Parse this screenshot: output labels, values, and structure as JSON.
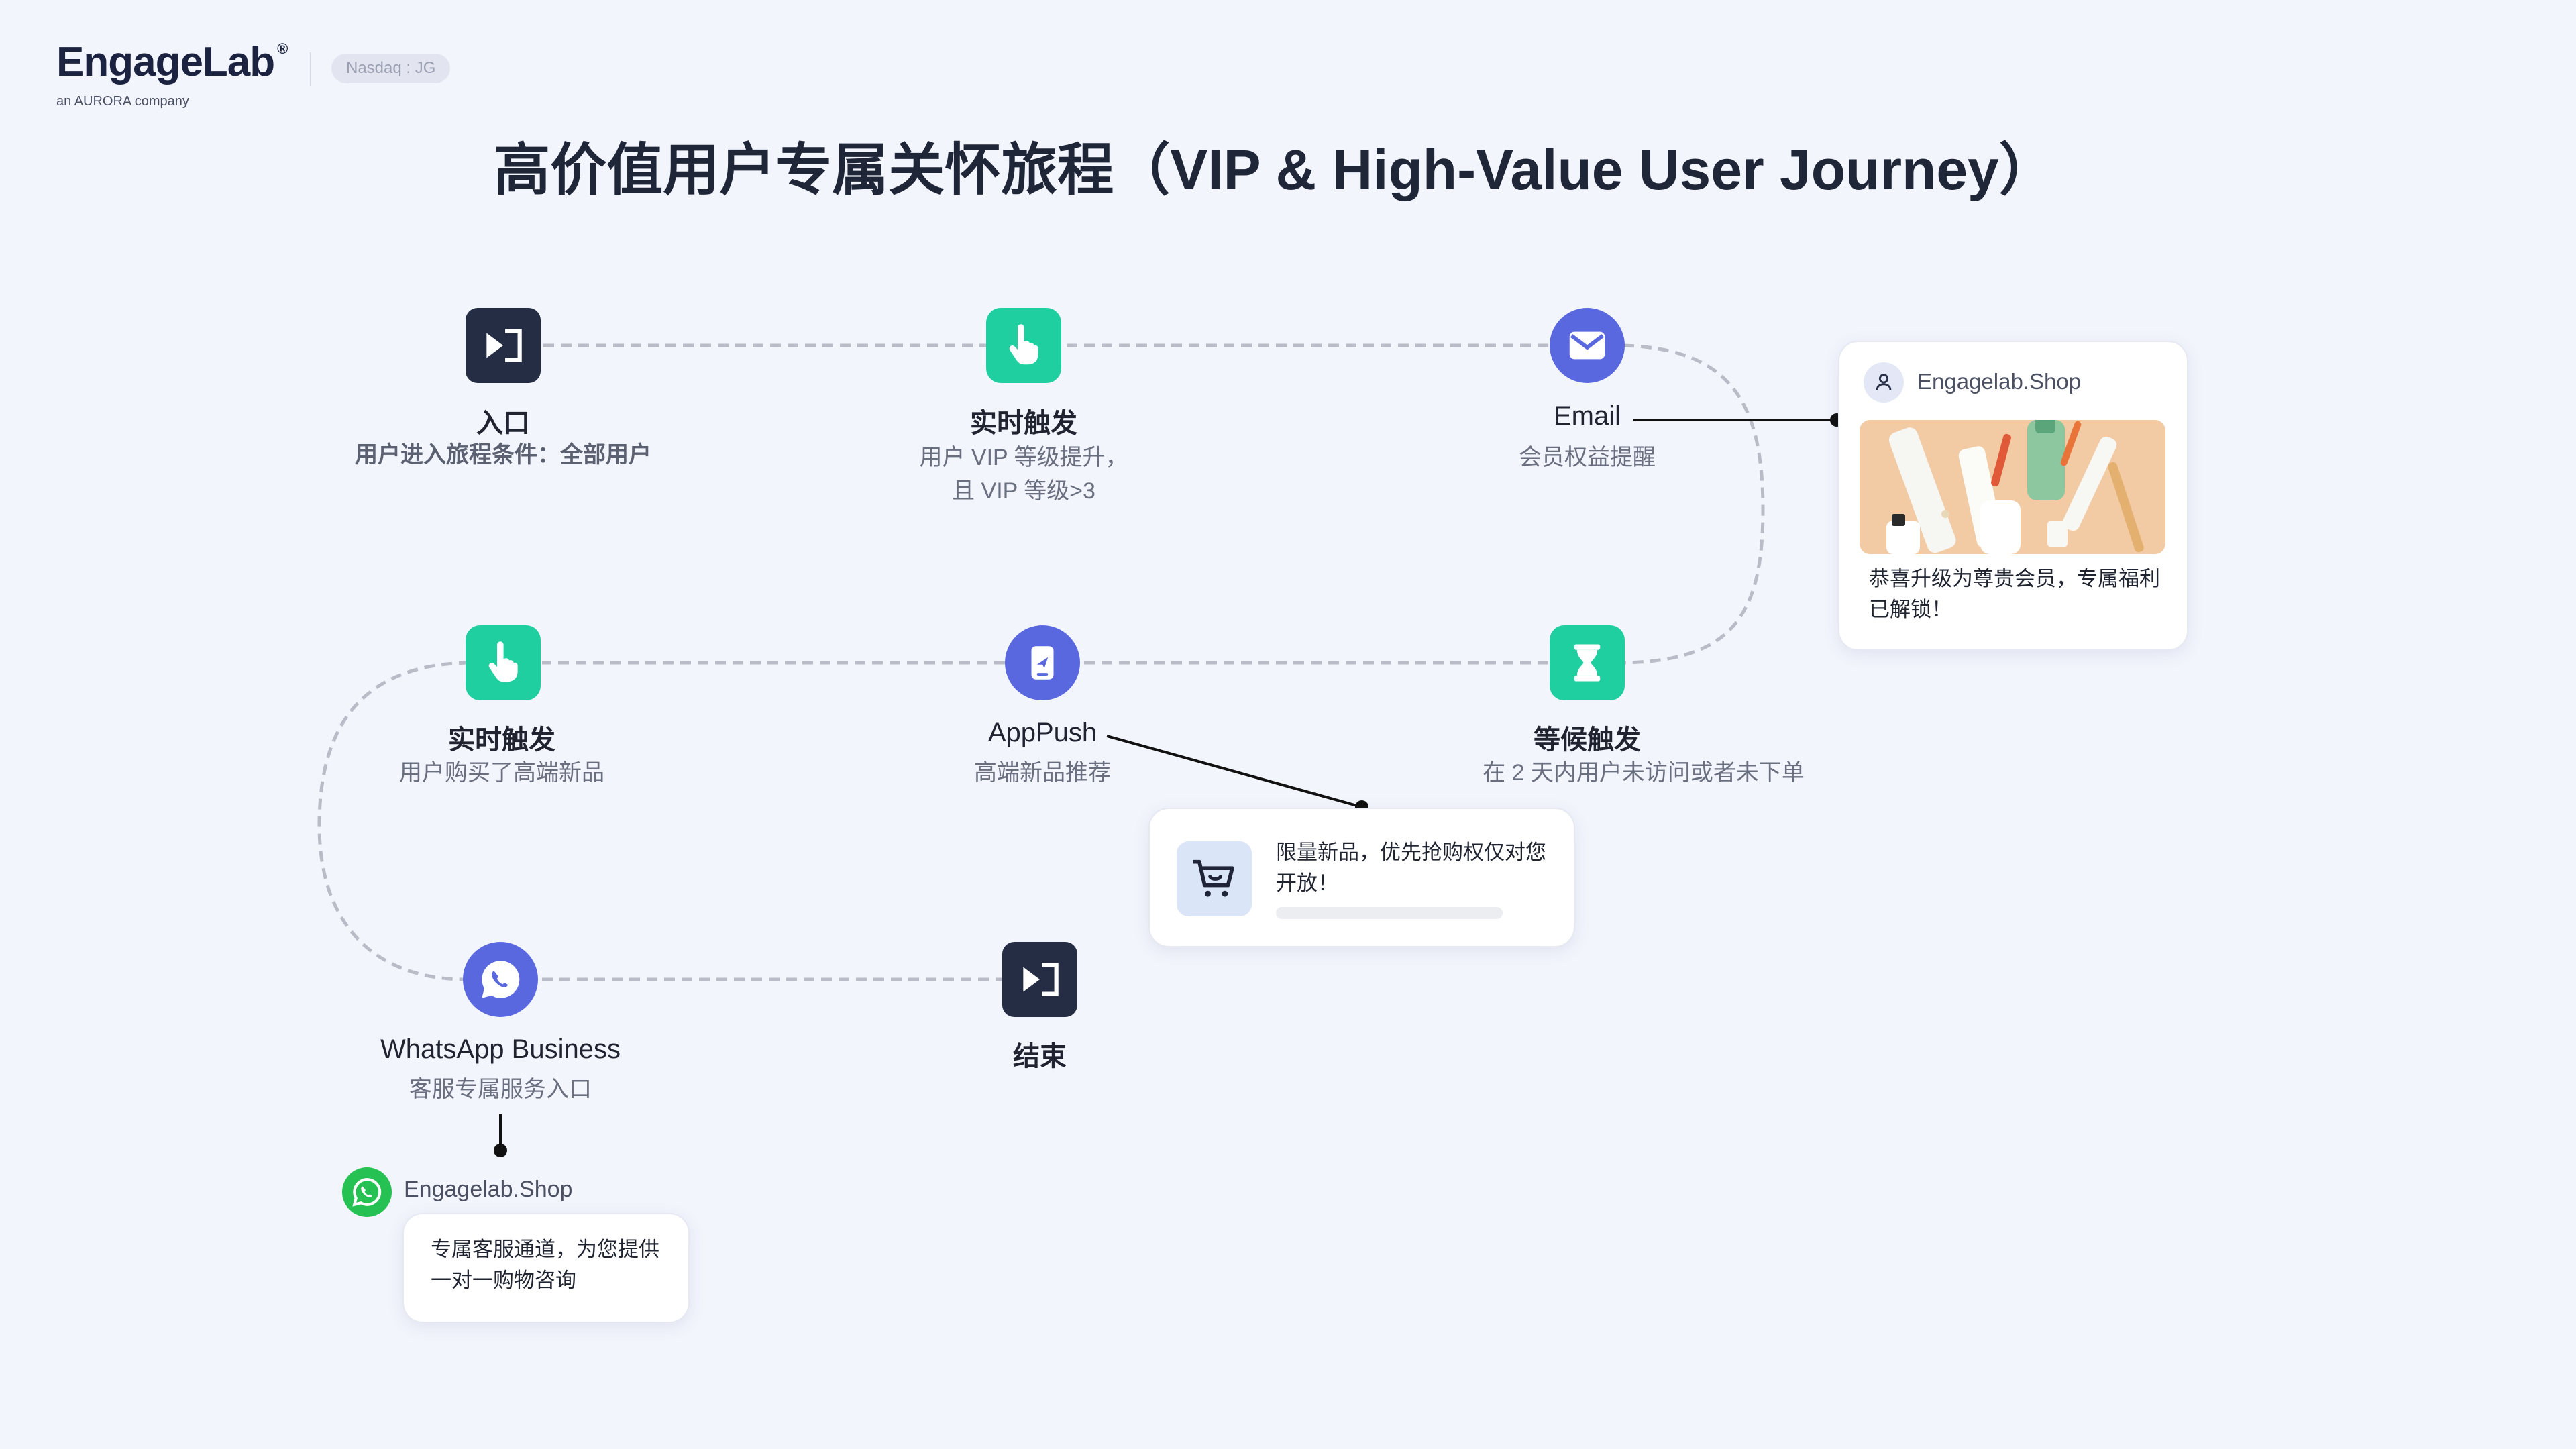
{
  "header": {
    "logo": "EngageLab",
    "logo_reg": "®",
    "logo_sub": "an AURORA company",
    "badge": "Nasdaq : JG",
    "title": "高价值用户专属关怀旅程（VIP & High-Value User Journey）"
  },
  "colors": {
    "background": "#f3f5fd",
    "dark_node": "#252d44",
    "green_node": "#1fcfa0",
    "blue_node": "#5a68e0",
    "connector": "#b9bcc6"
  },
  "nodes": {
    "entry": {
      "title": "入口",
      "desc": "用户进入旅程条件：全部用户",
      "icon": "entry-icon"
    },
    "trigger_vip": {
      "title": "实时触发",
      "desc_line1": "用户 VIP 等级提升，",
      "desc_line2": "且 VIP 等级>3",
      "icon": "tap-icon"
    },
    "email": {
      "title": "Email",
      "desc": "会员权益提醒",
      "icon": "mail-icon"
    },
    "wait": {
      "title": "等候触发",
      "desc": "在 2 天内用户未访问或者未下单",
      "icon": "hourglass-icon"
    },
    "apppush": {
      "title": "AppPush",
      "desc": "高端新品推荐",
      "icon": "push-icon"
    },
    "trigger_buy": {
      "title": "实时触发",
      "desc": "用户购买了高端新品",
      "icon": "tap-icon"
    },
    "whatsapp": {
      "title": "WhatsApp Business",
      "desc": "客服专属服务入口",
      "icon": "whatsapp-icon"
    },
    "end": {
      "title": "结束",
      "icon": "exit-icon"
    }
  },
  "email_card": {
    "sender": "Engagelab.Shop",
    "message": "恭喜升级为尊贵会员，专属福利已解锁！"
  },
  "push_card": {
    "message": "限量新品，优先抢购权仅对您开放！"
  },
  "whatsapp_card": {
    "sender": "Engagelab.Shop",
    "message": "专属客服通道，为您提供一对一购物咨询"
  }
}
